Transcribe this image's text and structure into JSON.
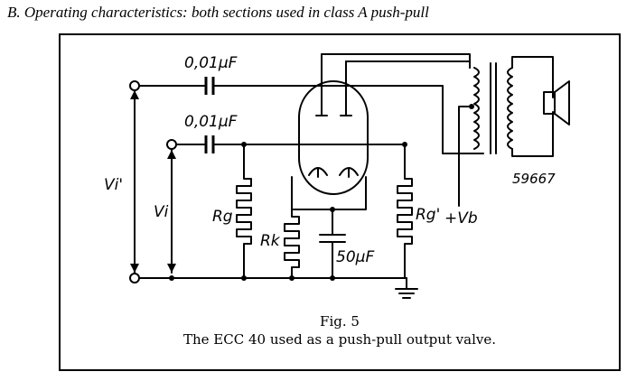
{
  "heading": "B. Operating characteristics: both sections used in class A push-pull",
  "labels": {
    "cap_top": "0,01µF",
    "cap_mid": "0,01µF",
    "vi_prime": "Vi'",
    "vi": "Vi",
    "rg": "Rg",
    "rk": "Rk",
    "rg_prime": "Rg'",
    "vb": "+Vb",
    "cap_cathode": "50µF",
    "ref_number": "59667"
  },
  "caption": {
    "fig": "Fig. 5",
    "text": "The ECC 40 used as a push-pull output valve."
  }
}
